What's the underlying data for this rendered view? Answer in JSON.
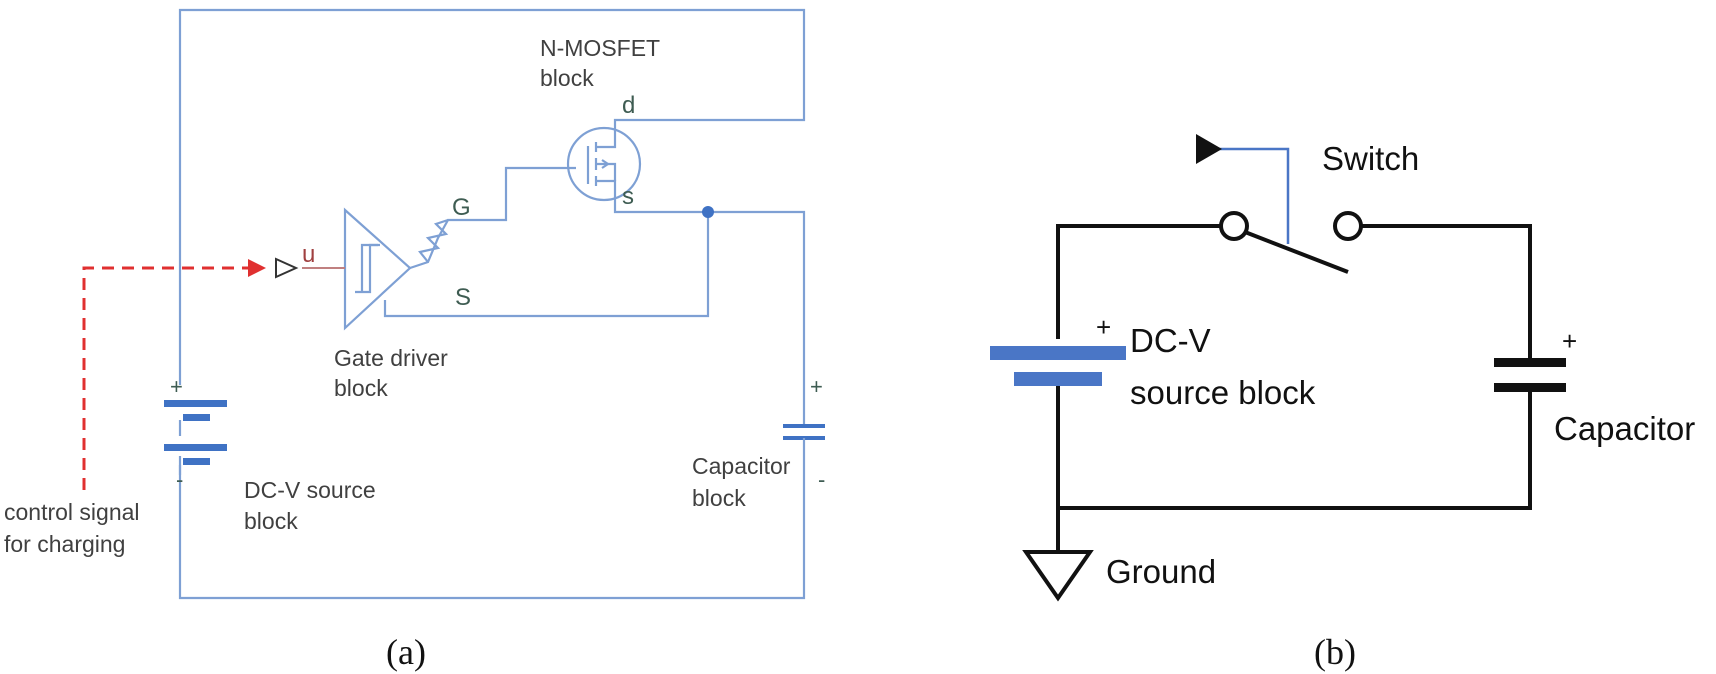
{
  "panel_a": {
    "caption": "(a)",
    "labels": {
      "mosfet_line1": "N-MOSFET",
      "mosfet_line2": "block",
      "pin_d": "d",
      "pin_s": "s",
      "pin_G": "G",
      "pin_S": "S",
      "input_u": "u",
      "gate_driver_line1": "Gate driver",
      "gate_driver_line2": "block",
      "dc_source_line1": "DC-V source",
      "dc_source_line2": "block",
      "capacitor_line1": "Capacitor",
      "capacitor_line2": "block",
      "control_line1": "control signal",
      "control_line2": "for charging",
      "dc_plus": "+",
      "dc_minus": "-",
      "cap_plus": "+",
      "cap_minus": "-"
    },
    "colors": {
      "wire": "#7ea0d4",
      "component": "#3f72c4",
      "control_signal": "#e03030"
    }
  },
  "panel_b": {
    "caption": "(b)",
    "labels": {
      "switch": "Switch",
      "dc_source_line1": "DC-V",
      "dc_source_line2": "source block",
      "capacitor": "Capacitor",
      "ground": "Ground",
      "dc_plus": "+",
      "cap_plus": "+"
    },
    "colors": {
      "wire": "#111111",
      "battery": "#4a76c6",
      "control_wire": "#4a76c6"
    }
  }
}
